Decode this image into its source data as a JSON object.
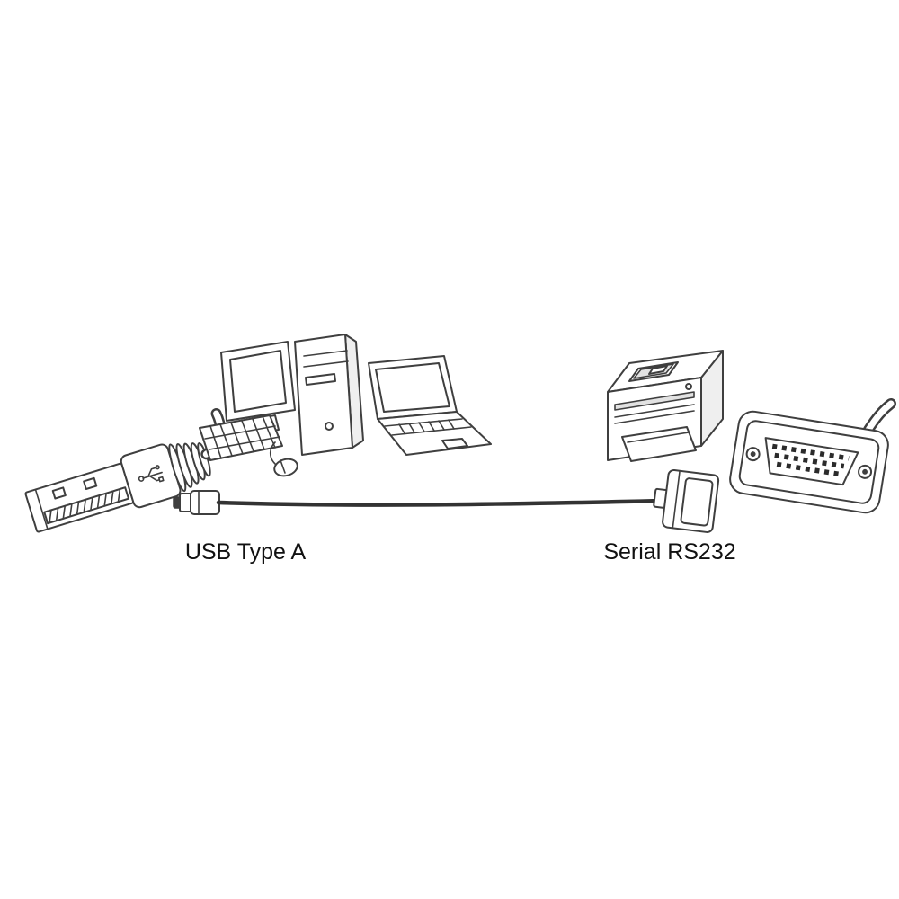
{
  "figure": {
    "type": "product-line-diagram",
    "background": "#ffffff",
    "line_color": "#3f3f3f",
    "labels": {
      "usb": "USB Type A",
      "serial": "Serial RS232"
    },
    "items": [
      {
        "name": "usb-type-a-connector-illustration"
      },
      {
        "name": "desktop-computer-illustration"
      },
      {
        "name": "laptop-illustration"
      },
      {
        "name": "usb-to-serial-cable-illustration"
      },
      {
        "name": "printer-illustration"
      },
      {
        "name": "serial-rs232-connector-illustration"
      }
    ]
  }
}
